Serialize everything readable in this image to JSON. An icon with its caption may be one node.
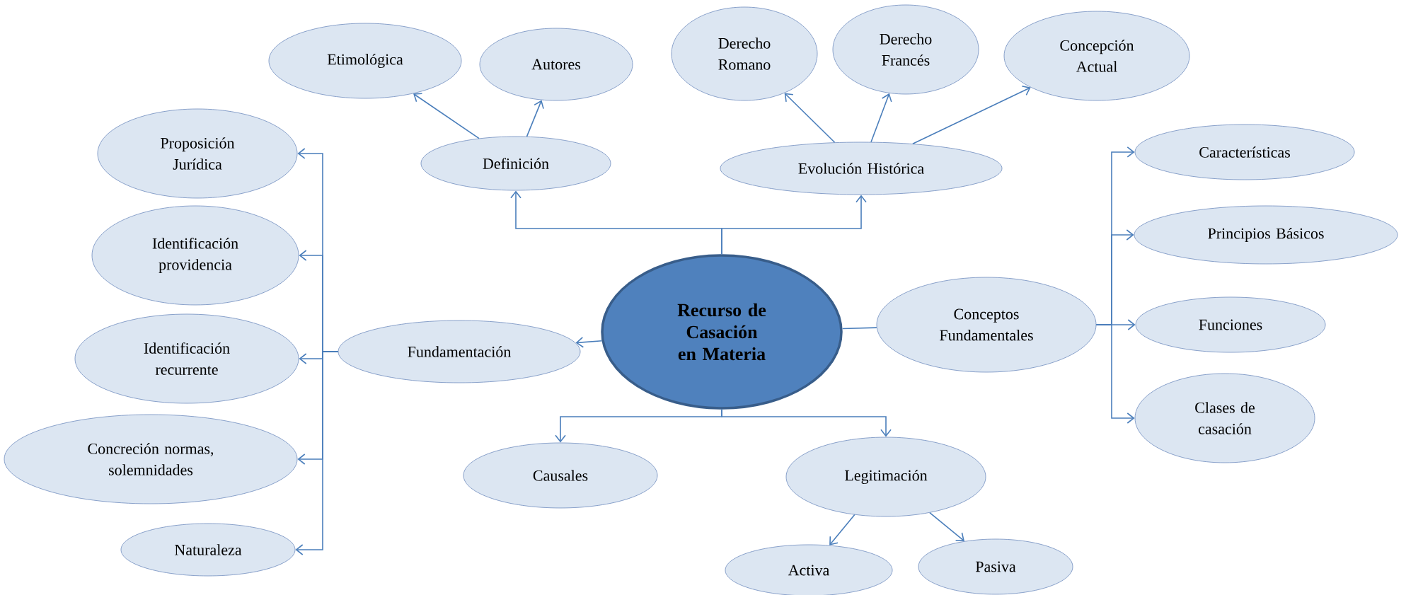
{
  "diagram": {
    "nodes": [
      {
        "text": [
          "Recurso de Casación en Materia"
        ]
      },
      {
        "text": [
          "Definición"
        ]
      },
      {
        "text": [
          "Etimológica"
        ]
      },
      {
        "text": [
          "Autores"
        ]
      },
      {
        "text": [
          "Evolución Histórica"
        ]
      },
      {
        "text": [
          "Derecho Romano"
        ]
      },
      {
        "text": [
          "Derecho Francés"
        ]
      },
      {
        "text": [
          "Concepción Actual"
        ]
      },
      {
        "text": [
          "Conceptos Fundamentales"
        ]
      },
      {
        "text": [
          "Características"
        ]
      },
      {
        "text": [
          "Principios Básicos"
        ]
      },
      {
        "text": [
          "Funciones"
        ]
      },
      {
        "text": [
          "Clases de casación"
        ]
      },
      {
        "text": [
          "Fundamentación"
        ]
      },
      {
        "text": [
          "Proposición Jurídica"
        ]
      },
      {
        "text": [
          "Identificación providencia"
        ]
      },
      {
        "text": [
          "Identificación recurrente"
        ]
      },
      {
        "text": [
          "Concreción normas, solemnidades"
        ]
      },
      {
        "text": [
          "Naturaleza"
        ]
      },
      {
        "text": [
          "Causales"
        ]
      },
      {
        "text": [
          "Legitimación"
        ]
      },
      {
        "text": [
          "Activa"
        ]
      },
      {
        "text": [
          "Pasiva"
        ]
      }
    ],
    "edges": [
      {
        "from": 0,
        "to": 1,
        "arrow": "to"
      },
      {
        "from": 0,
        "to": 4,
        "arrow": "to"
      },
      {
        "from": 1,
        "to": 2,
        "arrow": "to"
      },
      {
        "from": 1,
        "to": 3,
        "arrow": "to"
      },
      {
        "from": 4,
        "to": 5,
        "arrow": "to"
      },
      {
        "from": 4,
        "to": 6,
        "arrow": "to"
      },
      {
        "from": 4,
        "to": 7,
        "arrow": "to"
      },
      {
        "from": 0,
        "to": 8,
        "arrow": "none"
      },
      {
        "from": 8,
        "to": 9,
        "arrow": "to"
      },
      {
        "from": 8,
        "to": 10,
        "arrow": "to"
      },
      {
        "from": 8,
        "to": 11,
        "arrow": "to"
      },
      {
        "from": 8,
        "to": 12,
        "arrow": "to"
      },
      {
        "from": 0,
        "to": 13,
        "arrow": "to"
      },
      {
        "from": 13,
        "to": 14,
        "arrow": "to"
      },
      {
        "from": 13,
        "to": 15,
        "arrow": "to"
      },
      {
        "from": 13,
        "to": 16,
        "arrow": "to"
      },
      {
        "from": 13,
        "to": 17,
        "arrow": "to"
      },
      {
        "from": 13,
        "to": 18,
        "arrow": "to"
      },
      {
        "from": 0,
        "to": 19,
        "arrow": "to"
      },
      {
        "from": 0,
        "to": 20,
        "arrow": "to"
      },
      {
        "from": 20,
        "to": 21,
        "arrow": "to"
      },
      {
        "from": 20,
        "to": 22,
        "arrow": "to"
      }
    ]
  }
}
